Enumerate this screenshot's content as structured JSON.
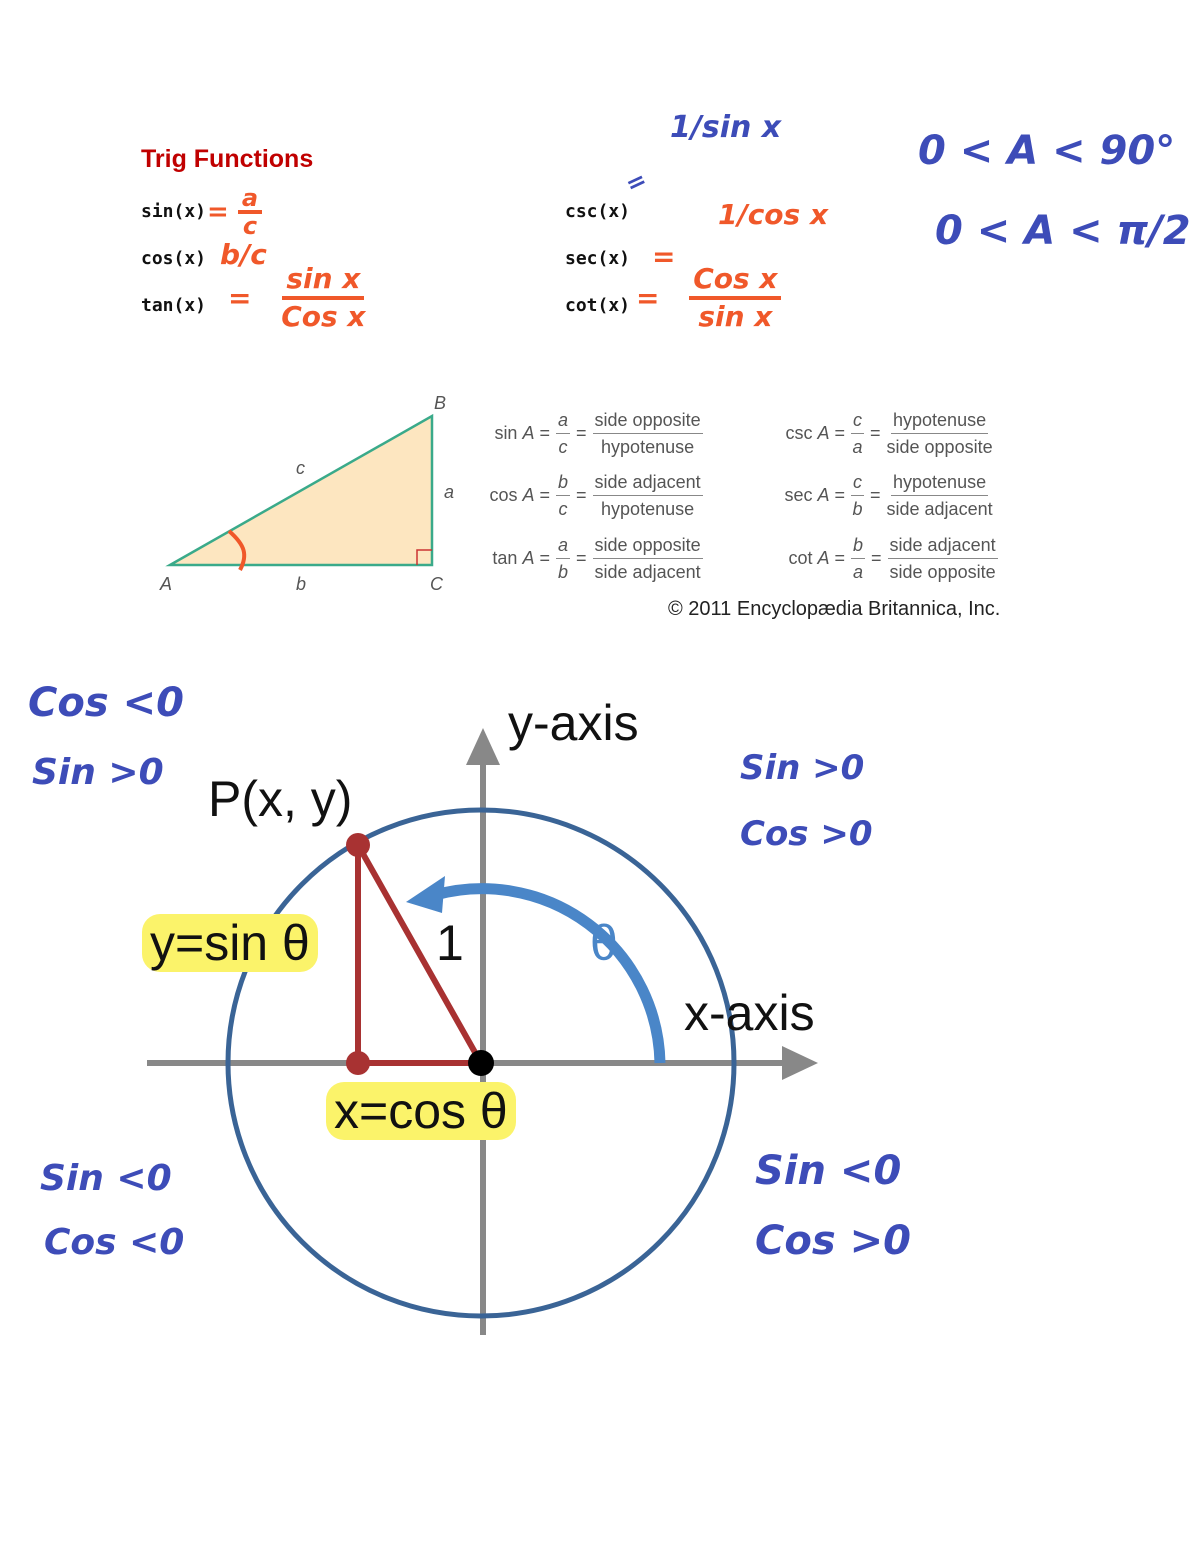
{
  "header": {
    "title": "Trig Functions"
  },
  "functions_left": [
    {
      "label": "sin(x)",
      "note_eq": "=",
      "note_num": "a",
      "note_den": "c"
    },
    {
      "label": "cos(x)",
      "note": "b/c"
    },
    {
      "label": "tan(x)",
      "note_eq": "=",
      "note_num": "sin x",
      "note_den": "Cos x"
    }
  ],
  "functions_right": [
    {
      "label": "csc(x)",
      "note_eq": "=",
      "note": "1/sin x"
    },
    {
      "label": "sec(x)",
      "note_eq": "=",
      "note": "1/cos x"
    },
    {
      "label": "cot(x)",
      "note_eq": "=",
      "note_num": "Cos x",
      "note_den": "sin x"
    }
  ],
  "range_notes": [
    "0 < A < 90°",
    "0 < A < π/2"
  ],
  "triangle": {
    "vertices": [
      "A",
      "B",
      "C"
    ],
    "sides": [
      "a",
      "b",
      "c"
    ],
    "colors": {
      "fill": "#fde6c0",
      "stroke": "#3aaa8a"
    }
  },
  "ratios": [
    {
      "fn": "sin",
      "var": "A",
      "num": "a",
      "den": "c",
      "word_num": "side opposite",
      "word_den": "hypotenuse"
    },
    {
      "fn": "csc",
      "var": "A",
      "num": "c",
      "den": "a",
      "word_num": "hypotenuse",
      "word_den": "side opposite"
    },
    {
      "fn": "cos",
      "var": "A",
      "num": "b",
      "den": "c",
      "word_num": "side adjacent",
      "word_den": "hypotenuse"
    },
    {
      "fn": "sec",
      "var": "A",
      "num": "c",
      "den": "b",
      "word_num": "hypotenuse",
      "word_den": "side adjacent"
    },
    {
      "fn": "tan",
      "var": "A",
      "num": "a",
      "den": "b",
      "word_num": "side opposite",
      "word_den": "side adjacent"
    },
    {
      "fn": "cot",
      "var": "A",
      "num": "b",
      "den": "a",
      "word_num": "side adjacent",
      "word_den": "side opposite"
    }
  ],
  "copyright": "© 2011 Encyclopædia  Britannica, Inc.",
  "unit_circle": {
    "y_axis": "y-axis",
    "x_axis": "x-axis",
    "point": "P(x, y)",
    "radius_label": "1",
    "angle_label": "θ",
    "sin_label": "y=sin θ",
    "cos_label": "x=cos θ",
    "colors": {
      "circle": "#3a6496",
      "triangle": "#a83232",
      "arc": "#4a86c8",
      "axis": "#888888",
      "highlight": "#fbf36a"
    }
  },
  "quadrant_notes": {
    "q2": [
      "Cos <0",
      "Sin >0"
    ],
    "q1": [
      "Sin >0",
      "Cos >0"
    ],
    "q3": [
      "Sin <0",
      "Cos <0"
    ],
    "q4": [
      "Sin <0",
      "Cos >0"
    ]
  },
  "colors": {
    "title": "#c00000",
    "ink_orange": "#f0582a",
    "ink_blue": "#3d4cb8"
  }
}
